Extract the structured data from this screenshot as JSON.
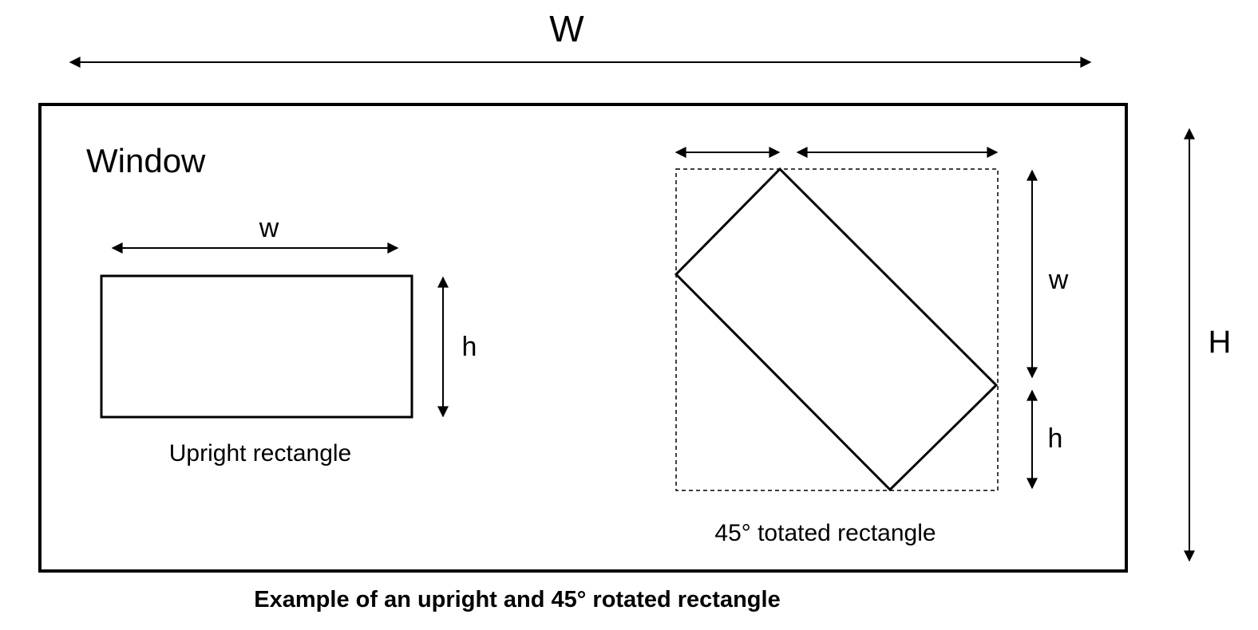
{
  "labels": {
    "outer_width": "W",
    "outer_height": "H",
    "window": "Window",
    "upright_width": "w",
    "upright_height": "h",
    "upright_caption": "Upright rectangle",
    "rotated_width": "w",
    "rotated_height": "h",
    "rotated_caption": "45° totated rectangle",
    "figure_caption": "Example of an upright and 45° rotated rectangle"
  },
  "colors": {
    "stroke": "#000000",
    "background": "#ffffff"
  }
}
